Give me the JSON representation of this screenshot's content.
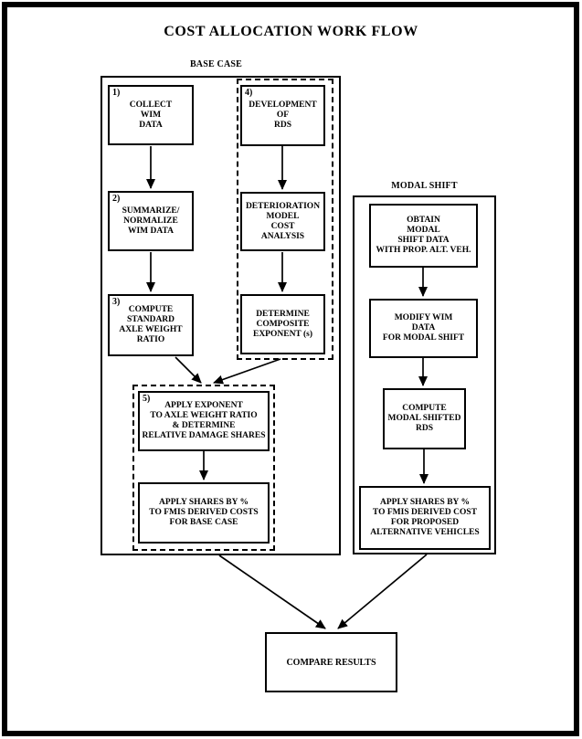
{
  "page": {
    "title": "COST ALLOCATION WORK FLOW"
  },
  "theme": {
    "ink": "#000000",
    "paper": "#ffffff"
  },
  "sections": {
    "base_case": {
      "label": "BASE CASE",
      "nodes": {
        "collect": {
          "number": "1)",
          "text": "COLLECT\nWIM\nDATA"
        },
        "summarize": {
          "number": "2)",
          "text": "SUMMARIZE/\nNORMALIZE\nWIM DATA"
        },
        "compute_ratio": {
          "number": "3)",
          "text": "COMPUTE\nSTANDARD\nAXLE WEIGHT\nRATIO"
        },
        "development": {
          "number": "4)",
          "text": "DEVELOPMENT\nOF\nRDS"
        },
        "deterioration": {
          "text": "DETERIORATION\nMODEL\nCOST\nANALYSIS"
        },
        "composite": {
          "text": "DETERMINE\nCOMPOSITE\nEXPONENT (s)"
        },
        "apply_exponent": {
          "number": "5)",
          "text": "APPLY EXPONENT\nTO AXLE WEIGHT RATIO\n& DETERMINE\nRELATIVE DAMAGE SHARES"
        },
        "apply_shares_base": {
          "text": "APPLY SHARES BY %\nTO FMIS DERIVED COSTS\nFOR BASE CASE"
        }
      }
    },
    "modal_shift": {
      "label": "MODAL SHIFT",
      "nodes": {
        "obtain": {
          "text": "OBTAIN\nMODAL\nSHIFT DATA\nWITH PROP. ALT. VEH."
        },
        "modify": {
          "text": "MODIFY WIM\nDATA\nFOR MODAL SHIFT"
        },
        "compute_rds": {
          "text": "COMPUTE\nMODAL SHIFTED\nRDS"
        },
        "apply_shares_alt": {
          "text": "APPLY SHARES BY %\nTO FMIS DERIVED COST\nFOR PROPOSED\nALTERNATIVE VEHICLES"
        }
      }
    },
    "compare": {
      "text": "COMPARE RESULTS"
    }
  }
}
